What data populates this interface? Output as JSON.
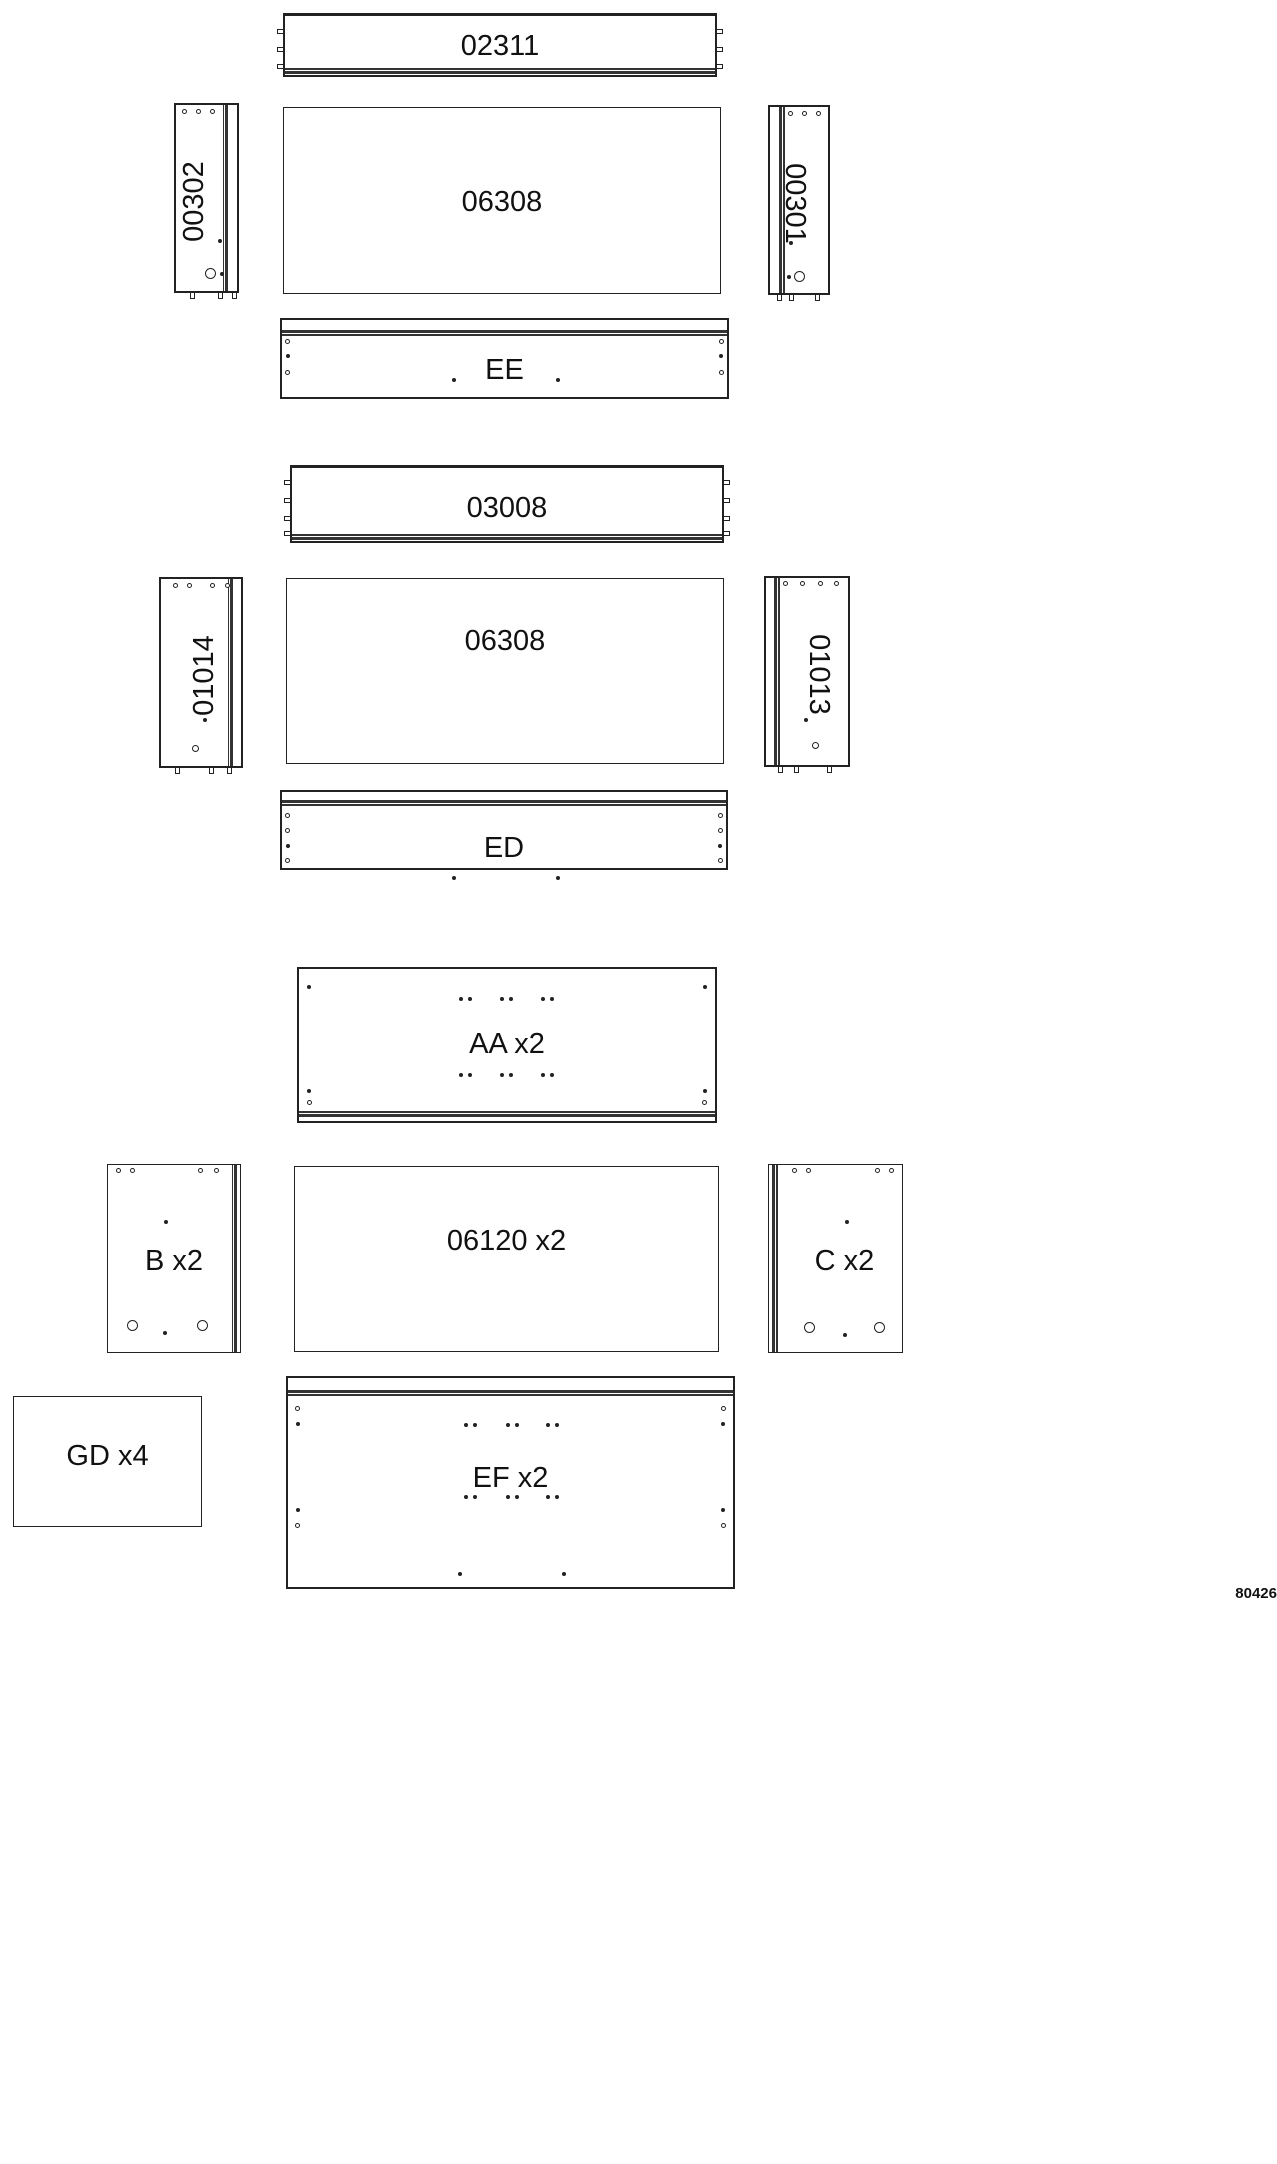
{
  "parts": {
    "p02311": "02311",
    "p00302": "00302",
    "p06308_top": "06308",
    "p00301": "00301",
    "pEE": "EE",
    "p03008": "03008",
    "p01014": "01014",
    "p06308_mid": "06308",
    "p01013": "01013",
    "pED": "ED",
    "pAA": "AA x2",
    "pB": "B x2",
    "p06120": "06120 x2",
    "pC": "C x2",
    "pGD": "GD x4",
    "pEF": "EF x2"
  },
  "drawing_code": "80426"
}
